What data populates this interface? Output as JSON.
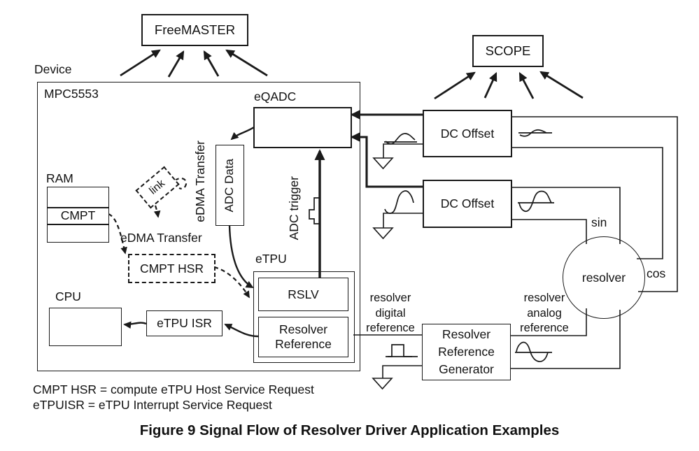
{
  "figure": {
    "caption": "Figure 9 Signal Flow of Resolver Driver Application Examples",
    "legend": [
      "CMPT HSR = compute eTPU Host Service Request",
      "eTPUISR = eTPU Interrupt Service Request"
    ]
  },
  "device": {
    "label": "Device",
    "chip": "MPC5553",
    "eqadc": "eQADC",
    "ram": "RAM",
    "cmpt": "CMPT",
    "link": "link",
    "edma_transfer_vertical": "eDMA Transfer",
    "adc_data": "ADC Data",
    "adc_trigger": "ADC trigger",
    "edma_transfer": "eDMA Transfer",
    "cmpt_hsr": "CMPT HSR",
    "cpu": "CPU",
    "etpu_isr": "eTPU ISR",
    "etpu": "eTPU",
    "rslv": "RSLV",
    "resolver_reference_lines": [
      "Resolver",
      "Reference"
    ]
  },
  "external": {
    "freemaster": "FreeMASTER",
    "scope": "SCOPE",
    "dc_offset_top": "DC Offset",
    "dc_offset_bottom": "DC Offset",
    "resolver": "resolver",
    "sin": "sin",
    "cos": "cos",
    "digital_ref_lines": [
      "resolver",
      "digital",
      "reference"
    ],
    "analog_ref_lines": [
      "resolver",
      "analog",
      "reference"
    ],
    "generator_lines": [
      "Resolver",
      "Reference",
      "Generator"
    ]
  },
  "icons": {
    "waveforms": [
      "offset-sine-icon",
      "small-sine-icon",
      "sine-icon",
      "sine-icon",
      "pulse-icon",
      "sine-icon",
      "vertical-pulse-icon"
    ],
    "grounds": [
      "ground-icon",
      "ground-icon",
      "ground-icon"
    ]
  },
  "colors": {
    "ink": "#1a1a1a",
    "background": "#ffffff"
  }
}
